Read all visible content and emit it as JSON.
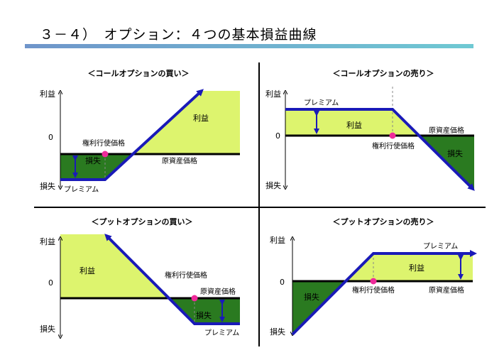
{
  "slide": {
    "title": "３－４）　オプション：４つの基本損益曲線"
  },
  "colors": {
    "profit_fill": "#ddf46e",
    "loss_fill": "#2a7a20",
    "payoff_line": "#1a1ab8",
    "strike_marker": "#ee2a9a",
    "title_rule_start": "#6f95ca",
    "title_rule_end": "#6fc9d3"
  },
  "panels": [
    {
      "title": "＜コールオプションの買い＞",
      "axis_profit": "利益",
      "axis_zero": "0",
      "axis_loss": "損失",
      "profit_label": "利益",
      "loss_label": "損失",
      "strike_label": "権利行使価格",
      "underlying_label": "原資産価格",
      "premium_label": "プレミアム"
    },
    {
      "title": "＜コールオプションの売り＞",
      "axis_profit": "利益",
      "axis_zero": "0",
      "axis_loss": "損失",
      "profit_label": "利益",
      "loss_label": "損失",
      "strike_label": "権利行使価格",
      "underlying_label": "原資産価格",
      "premium_label": "プレミアム"
    },
    {
      "title": "＜プットオプションの買い＞",
      "axis_profit": "利益",
      "axis_zero": "0",
      "axis_loss": "損失",
      "profit_label": "利益",
      "loss_label": "損失",
      "strike_label": "権利行使価格",
      "underlying_label": "原資産価格",
      "premium_label": "プレミアム"
    },
    {
      "title": "＜プットオプションの売り＞",
      "axis_profit": "利益",
      "axis_zero": "0",
      "axis_loss": "損失",
      "profit_label": "利益",
      "loss_label": "損失",
      "strike_label": "権利行使価格",
      "underlying_label": "原資産価格",
      "premium_label": "プレミアム"
    }
  ]
}
